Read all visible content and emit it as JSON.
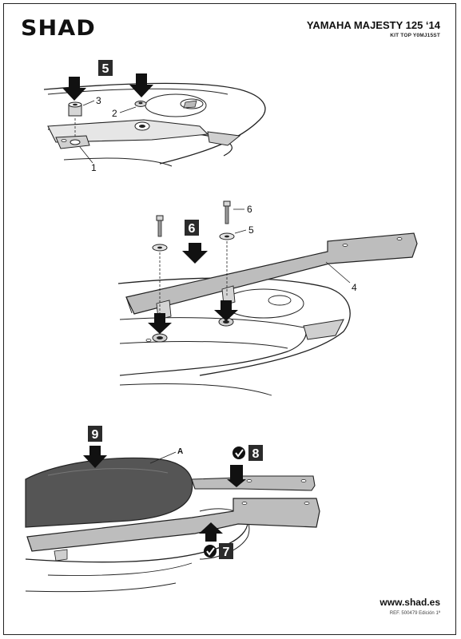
{
  "header": {
    "brand": "SHAD",
    "model_title": "YAMAHA MAJESTY 125 ‘14",
    "kit_code": "KIT TOP Y0MJ15ST"
  },
  "steps": [
    {
      "number": "5",
      "callouts": [
        "3",
        "2",
        "1"
      ]
    },
    {
      "number": "6",
      "callouts": [
        "6",
        "5",
        "4"
      ]
    },
    {
      "number": "9",
      "callouts": [
        "A"
      ]
    },
    {
      "number": "8",
      "check": true
    },
    {
      "number": "7",
      "check": true
    }
  ],
  "footer": {
    "website": "www.shad.es",
    "ref": "REF. 500479 Edición 1ª"
  },
  "icons": [
    "down-arrow-icon",
    "up-arrow-icon",
    "check-circle-icon"
  ],
  "colors": {
    "ink": "#111111",
    "step_box": "#2b2b2b",
    "seat": "#555555",
    "rack_fill": "#b9b9b9"
  }
}
